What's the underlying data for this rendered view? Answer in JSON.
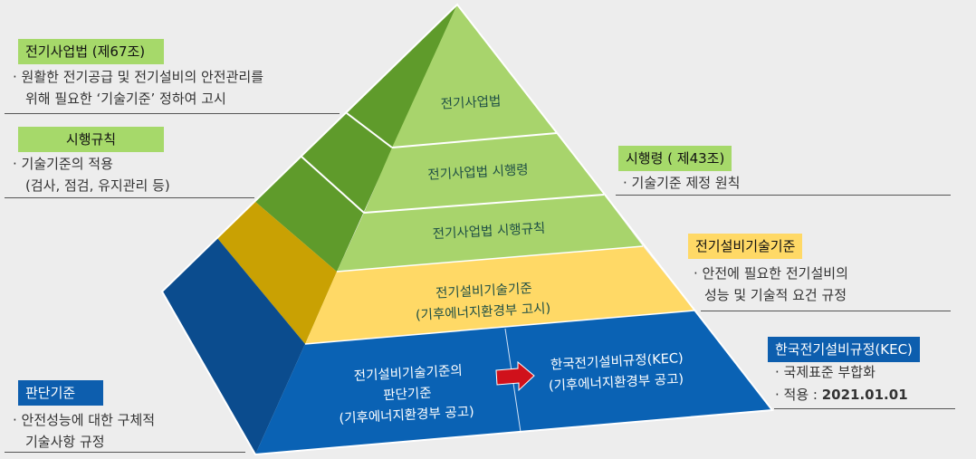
{
  "pyramid": {
    "levels": [
      {
        "lines": [
          "전기사업법"
        ]
      },
      {
        "lines": [
          "전기사업법 시행령"
        ]
      },
      {
        "lines": [
          "전기사업법 시행규칙"
        ]
      },
      {
        "lines": [
          "전기설비기술기준",
          "(기후에너지환경부 고시)"
        ]
      }
    ],
    "base_left": {
      "lines": [
        "전기설비기술기준의",
        "판단기준",
        "(기후에너지환경부 공고)"
      ]
    },
    "base_right": {
      "lines": [
        "한국전기설비규정(KEC)",
        "(기후에너지환경부 공고)"
      ]
    },
    "arrow_icon": "right-arrow-icon"
  },
  "annotations": {
    "act": {
      "title": "전기사업법 (제67조)",
      "lines": [
        "· 원활한 전기공급 및 전기설비의 안전관리를",
        "위해 필요한 ‘기술기준’ 정하여 고시"
      ]
    },
    "rules": {
      "title": "시행규칙",
      "lines": [
        "· 기술기준의 적용",
        "(검사, 점검, 유지관리 등)"
      ]
    },
    "decree": {
      "title": "시행령 ( 제43조)",
      "lines": [
        "· 기술기준 제정 원칙"
      ]
    },
    "standard": {
      "title": "전기설비기술기준",
      "lines": [
        "· 안전에 필요한 전기설비의",
        "성능 및 기술적 요건 규정"
      ]
    },
    "kec": {
      "title": "한국전기설비규정(KEC)",
      "lines": [
        "· 국제표준 부합화"
      ],
      "apply_label": "· 적용 : ",
      "apply_date": "2021.01.01"
    },
    "judgement": {
      "title": "판단기준",
      "lines": [
        "· 안전성능에 대한 구체적",
        "기술사항 규정"
      ]
    }
  },
  "colors": {
    "light_green": "#a8d46c",
    "dark_green": "#5f9b2b",
    "yellow": "#ffd966",
    "gold": "#c9a103",
    "blue": "#0a62b4",
    "dark_blue": "#0b4c8e",
    "arrow": "#d0111b"
  }
}
